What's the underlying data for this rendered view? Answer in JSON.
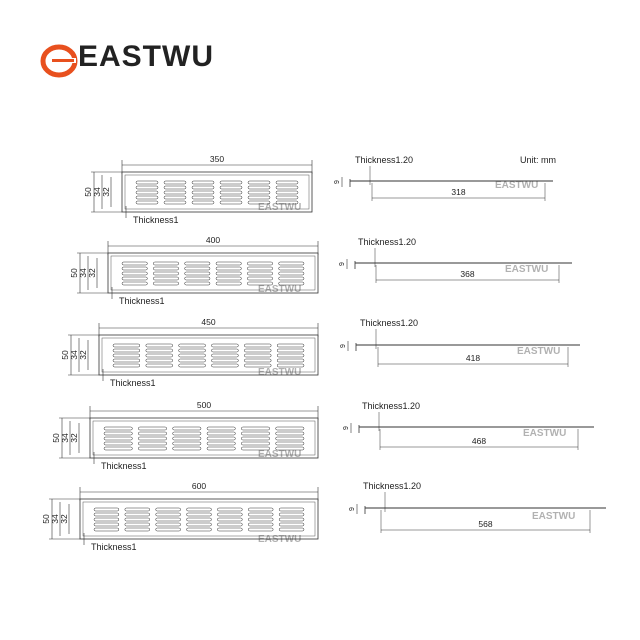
{
  "brand": {
    "name": "EASTWU",
    "watermark": "EASTWU",
    "accent": "#e8501e"
  },
  "unit_label": "Unit: mm",
  "height_dims": {
    "outer": "50",
    "middle": "34",
    "inner": "32"
  },
  "side_dim": "9",
  "thickness_front": "Thickness1",
  "thickness_side": "Thickness1.20",
  "vents": [
    {
      "length": "350",
      "side_length": "318",
      "slot_columns": 6
    },
    {
      "length": "400",
      "side_length": "368",
      "slot_columns": 6
    },
    {
      "length": "450",
      "side_length": "418",
      "slot_columns": 6
    },
    {
      "length": "500",
      "side_length": "468",
      "slot_columns": 6
    },
    {
      "length": "600",
      "side_length": "568",
      "slot_columns": 7
    }
  ]
}
